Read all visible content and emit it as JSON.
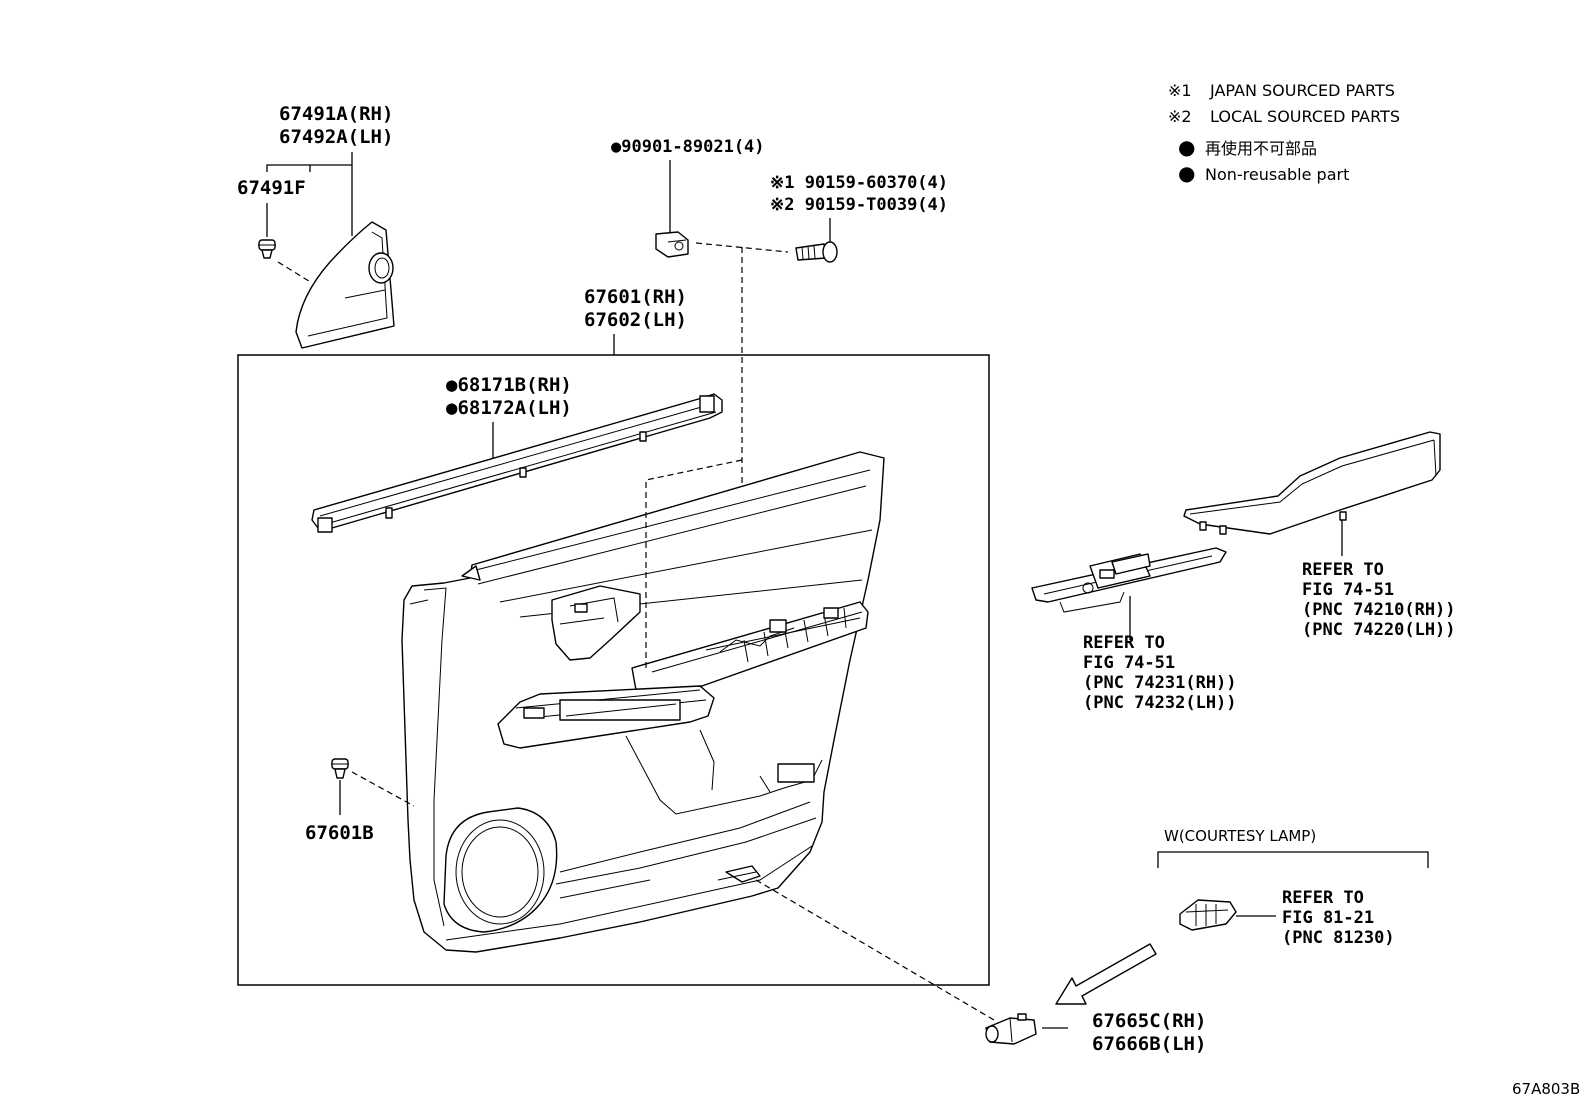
{
  "legend": {
    "items": [
      {
        "mark": "※1",
        "text": "JAPAN SOURCED PARTS"
      },
      {
        "mark": "※2",
        "text": "LOCAL SOURCED PARTS"
      },
      {
        "mark": "●",
        "text": "再使用不可部品"
      },
      {
        "mark": "●",
        "text": "Non-reusable part"
      }
    ]
  },
  "parts": {
    "p67491a": "67491A(RH)",
    "p67492a": "67492A(LH)",
    "p67491f": "67491F",
    "p90901": "●90901-89021(4)",
    "p90159a": "※1 90159-60370(4)",
    "p90159b": "※2 90159-T0039(4)",
    "p67601": "67601(RH)",
    "p67602": "67602(LH)",
    "p68171b": "●68171B(RH)",
    "p68172a": "●68172A(LH)",
    "p67601b": "67601B",
    "p67665c": "67665C(RH)",
    "p67666b": "67666B(LH)"
  },
  "refs": {
    "switch_base": [
      "REFER TO",
      "FIG 74-51",
      "(PNC 74231(RH))",
      "(PNC 74232(LH))"
    ],
    "armrest": [
      "REFER TO",
      "FIG 74-51",
      "(PNC 74210(RH))",
      "(PNC 74220(LH))"
    ],
    "courtesy_lamp": [
      "REFER TO",
      "FIG 81-21",
      "(PNC 81230)"
    ]
  },
  "courtesy_group_label": "W(COURTESY LAMP)",
  "figure_code": "67A803B"
}
